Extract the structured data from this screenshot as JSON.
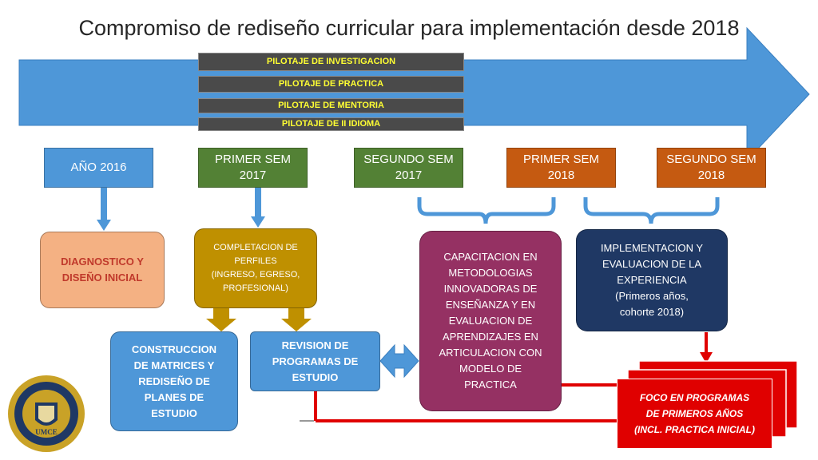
{
  "title": "Compromiso de rediseño curricular para implementación desde 2018",
  "colors": {
    "main_arrow": "#4e97d8",
    "pilot_bg": "#4a4a4a",
    "pilot_text": "#ffff33",
    "blue": "#4e97d8",
    "green": "#538135",
    "orange": "#c55a11",
    "peach": "#f4b183",
    "gold": "#bf9000",
    "plum": "#953163",
    "navy": "#1f3864",
    "red": "#e00000"
  },
  "pilots": [
    "PILOTAJE DE INVESTIGACION",
    "PILOTAJE DE PRACTICA",
    "PILOTAJE DE MENTORIA",
    "PILOTAJE DE II IDIOMA"
  ],
  "timeline": {
    "ano2016": "AÑO 2016",
    "primer2017": "PRIMER SEM\n2017",
    "segundo2017": "SEGUNDO SEM\n2017",
    "primer2018": "PRIMER SEM\n2018",
    "segundo2018": "SEGUNDO SEM\n2018"
  },
  "boxes": {
    "diagnostico": "DIAGNOSTICO Y\nDISEÑO INICIAL",
    "completacion": "COMPLETACION DE\nPERFILES\n(INGRESO, EGRESO,\nPROFESIONAL)",
    "construccion": "CONSTRUCCION\nDE MATRICES Y\nREDISEÑO DE\nPLANES DE\nESTUDIO",
    "revision": "REVISION DE\nPROGRAMAS DE\nESTUDIO",
    "capacitacion": "CAPACITACION EN\nMETODOLOGIAS\nINNOVADORAS DE\nENSEÑANZA  Y EN\nEVALUACION DE\nAPRENDIZAJES EN\nARTICULACION CON\nMODELO DE\nPRACTICA",
    "implementacion": "IMPLEMENTACION Y\nEVALUACION DE LA\nEXPERIENCIA\n(Primeros años,\ncohorte 2018)",
    "foco": "FOCO EN PROGRAMAS\nDE PRIMEROS AÑOS\n(INCL. PRACTICA INICIAL)"
  },
  "logo_text": "UMCE",
  "logo_icon": "university-seal-icon"
}
